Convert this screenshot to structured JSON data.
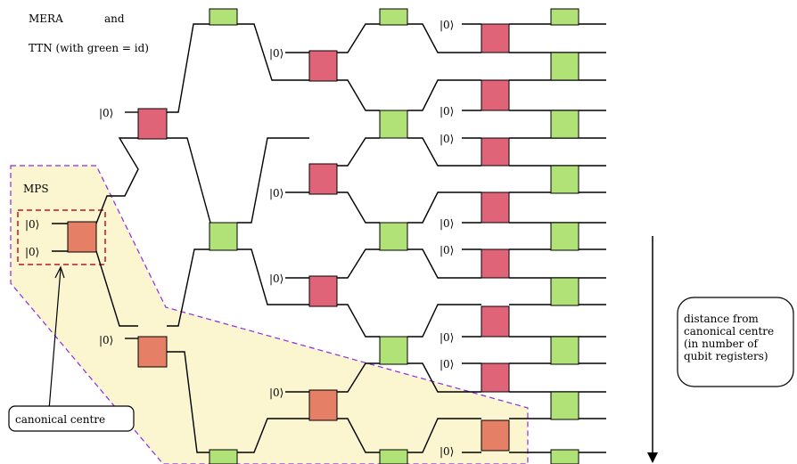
{
  "labels": {
    "mera_word": "MERA",
    "and_word": "and",
    "ttn_label": "TTN (with green = id)",
    "mps_label": "MPS",
    "canonical_centre": "canonical centre",
    "distance_line1": "distance from",
    "distance_line2": "canonical centre",
    "distance_line3": "(in number of",
    "distance_line4": "qubit registers)"
  },
  "ket": "|0⟩",
  "colors": {
    "red_gate": "#e06478",
    "orange_gate": "#e58066",
    "green_gate": "#b0e278",
    "mps_shade": "#fbf6cf",
    "mps_border": "#8a2be2",
    "centre_border": "#c0141e"
  }
}
